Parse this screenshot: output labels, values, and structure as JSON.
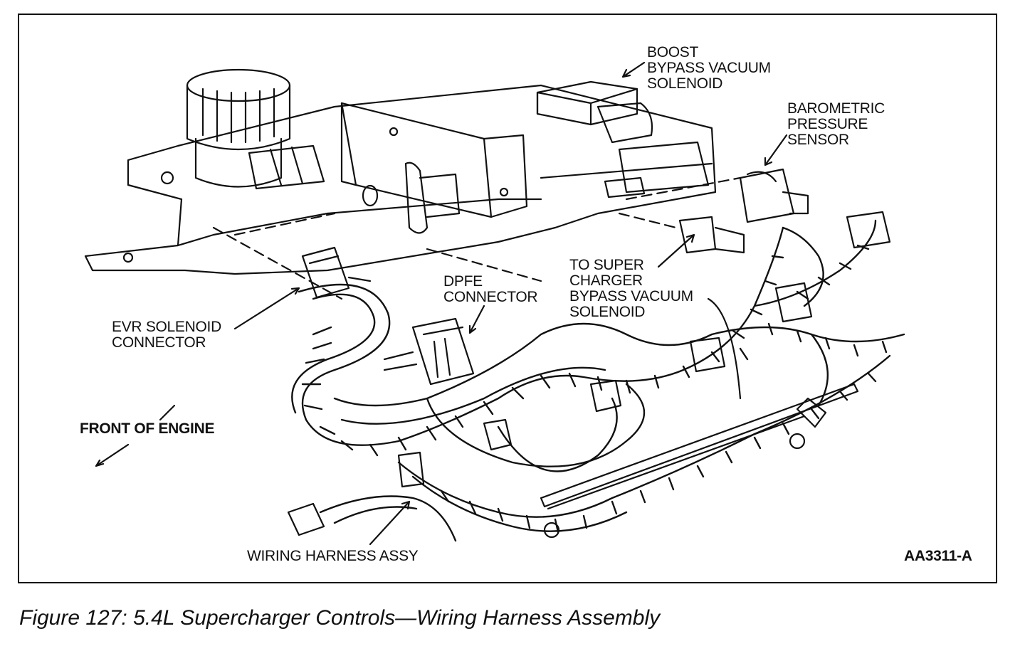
{
  "labels": {
    "boost_solenoid": [
      "BOOST",
      "BYPASS VACUUM",
      "SOLENOID"
    ],
    "barometric_sensor": [
      "BAROMETRIC",
      "PRESSURE",
      "SENSOR"
    ],
    "super_charger": [
      "TO SUPER",
      "CHARGER",
      "BYPASS VACUUM",
      "SOLENOID"
    ],
    "dpfe_connector": [
      "DPFE",
      "CONNECTOR"
    ],
    "evr_connector": [
      "EVR SOLENOID",
      "CONNECTOR"
    ],
    "front_of_engine": "FRONT OF ENGINE",
    "wiring_harness": "WIRING HARNESS ASSY",
    "figure_id": "AA3311-A"
  },
  "caption": "Figure 127: 5.4L Supercharger Controls—Wiring Harness Assembly"
}
